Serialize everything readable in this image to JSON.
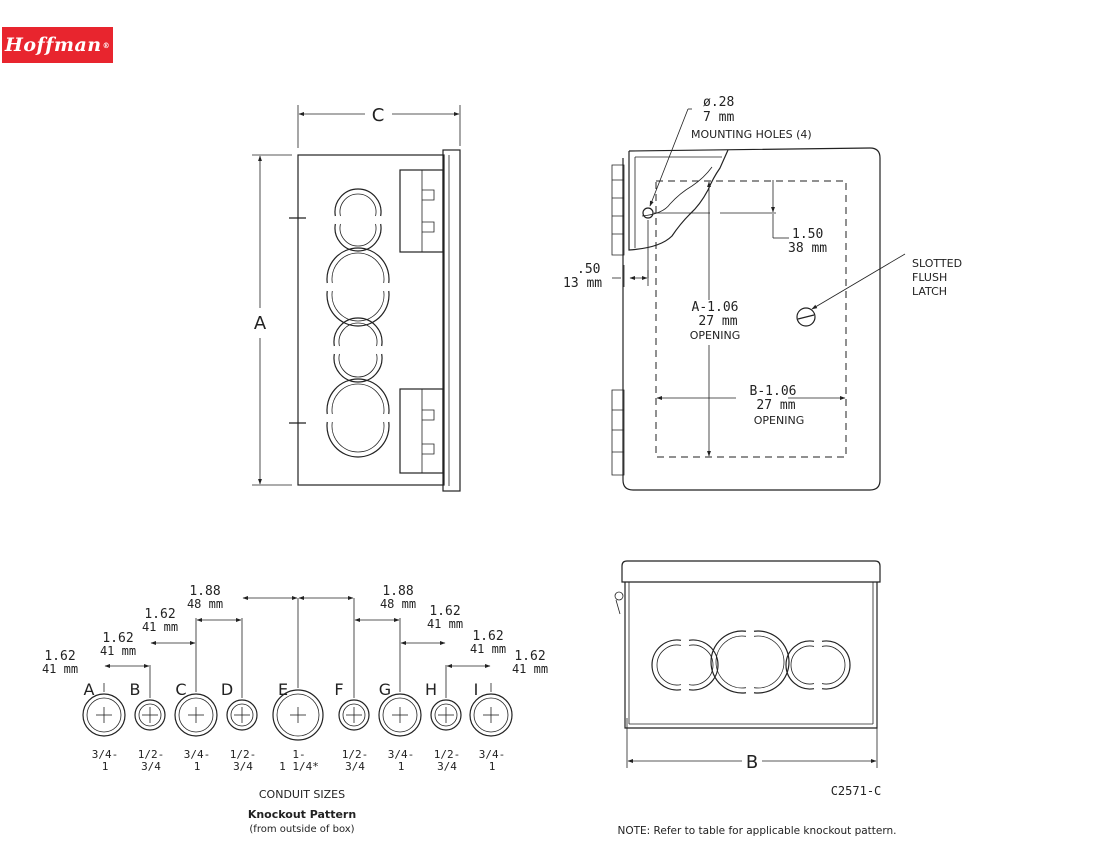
{
  "logo": {
    "text": "Hoffman",
    "mark": "®",
    "color": "#e8252e"
  },
  "top_left_view": {
    "dim_c": "C",
    "dim_a": "A"
  },
  "top_right_view": {
    "hole_diameter": "ø.28",
    "hole_mm": "7 mm",
    "mounting_holes": "MOUNTING HOLES (4)",
    "offset_in": "1.50",
    "offset_mm": "38 mm",
    "edge_in": ".50",
    "edge_mm": "13 mm",
    "latch": [
      "SLOTTED",
      "FLUSH",
      "LATCH"
    ],
    "opening_a_in": "A-1.06",
    "opening_a_mm": "27 mm",
    "opening_a_label": "OPENING",
    "opening_b_in": "B-1.06",
    "opening_b_mm": "27 mm",
    "opening_b_label": "OPENING"
  },
  "knockout": {
    "spacing": [
      {
        "in": "1.62",
        "mm": "41 mm"
      },
      {
        "in": "1.62",
        "mm": "41 mm"
      },
      {
        "in": "1.62",
        "mm": "41 mm"
      },
      {
        "in": "1.88",
        "mm": "48 mm"
      },
      {
        "in": "1.88",
        "mm": "48 mm"
      },
      {
        "in": "1.62",
        "mm": "41 mm"
      },
      {
        "in": "1.62",
        "mm": "41 mm"
      },
      {
        "in": "1.62",
        "mm": "41 mm"
      }
    ],
    "letters": [
      "A",
      "B",
      "C",
      "D",
      "E",
      "F",
      "G",
      "H",
      "I"
    ],
    "sizes": [
      [
        "3/4-",
        "1"
      ],
      [
        "1/2-",
        "3/4"
      ],
      [
        "3/4-",
        "1"
      ],
      [
        "1/2-",
        "3/4"
      ],
      [
        "1-",
        "1 1/4*"
      ],
      [
        "1/2-",
        "3/4"
      ],
      [
        "3/4-",
        "1"
      ],
      [
        "1/2-",
        "3/4"
      ],
      [
        "3/4-",
        "1"
      ]
    ],
    "conduit_caption": "CONDUIT SIZES",
    "title": "Knockout Pattern",
    "subtitle": "(from outside of box)"
  },
  "bottom_right_view": {
    "dim_b": "B",
    "drawing_number": "C2571-C"
  },
  "note": "NOTE: Refer to table for applicable knockout pattern."
}
